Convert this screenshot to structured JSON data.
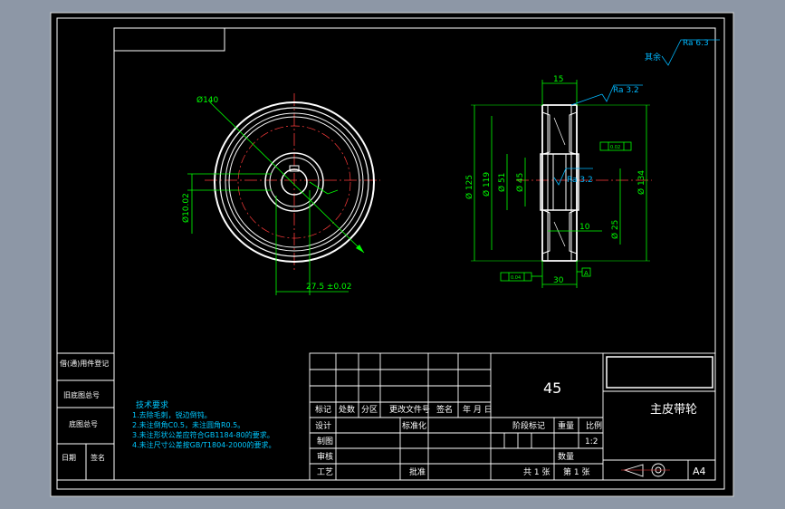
{
  "colors": {
    "background": "#8d97a6",
    "paper": "#000000",
    "line": "#ffffff",
    "dim": "#00ff00",
    "center": "#ff3b3b",
    "note": "#00c8ff",
    "callout": "#00b8ff"
  },
  "drawing": {
    "front": {
      "dia_outer": "Ø140",
      "dia_shaft": "Ø10.02",
      "key_depth": "27.5 ±0.02"
    },
    "section": {
      "width_top": "15",
      "rough_top": "Ra 3.2",
      "rough_mid": "Ra 3.2",
      "d125": "Ø 125",
      "d119": "Ø 119",
      "d51": "Ø 51",
      "d45": "Ø 45",
      "d134": "Ø 134",
      "d25": "Ø 25",
      "web": "10",
      "hub": "30",
      "datum": "A",
      "runout": "0.02",
      "runout2": "0.04"
    },
    "rough_rest": {
      "label": "其余",
      "value": "Ra 6.3"
    }
  },
  "tech_notes": {
    "title": "技术要求",
    "lines": [
      "1.去除毛刺，锐边倒钝。",
      "2.未注倒角C0.5，未注圆角R0.5。",
      "3.未注形状公差应符合GB1184-80的要求。",
      "4.未注尺寸公差按GB/T1804-2000的要求。"
    ]
  },
  "left_block": {
    "r1": "借(通)用件登记",
    "r2": "旧底图总号",
    "r3": "底图总号",
    "r4a": "日期",
    "r4b": "签名"
  },
  "title_block": {
    "material": "45",
    "part_name": "主皮带轮",
    "headers": [
      "标记",
      "处数",
      "分区",
      "更改文件号",
      "签名",
      "年 月 日"
    ],
    "design": "设计",
    "standard": "标准化",
    "stage": "阶段标记",
    "weight": "重量",
    "ratio": "比例",
    "scale": "1:2",
    "draw": "制图",
    "check": "审核",
    "quantity": "数量",
    "process": "工艺",
    "approve": "批准",
    "sheets": "共 1 张",
    "sheet_no": "第 1 张",
    "size": "A4"
  }
}
